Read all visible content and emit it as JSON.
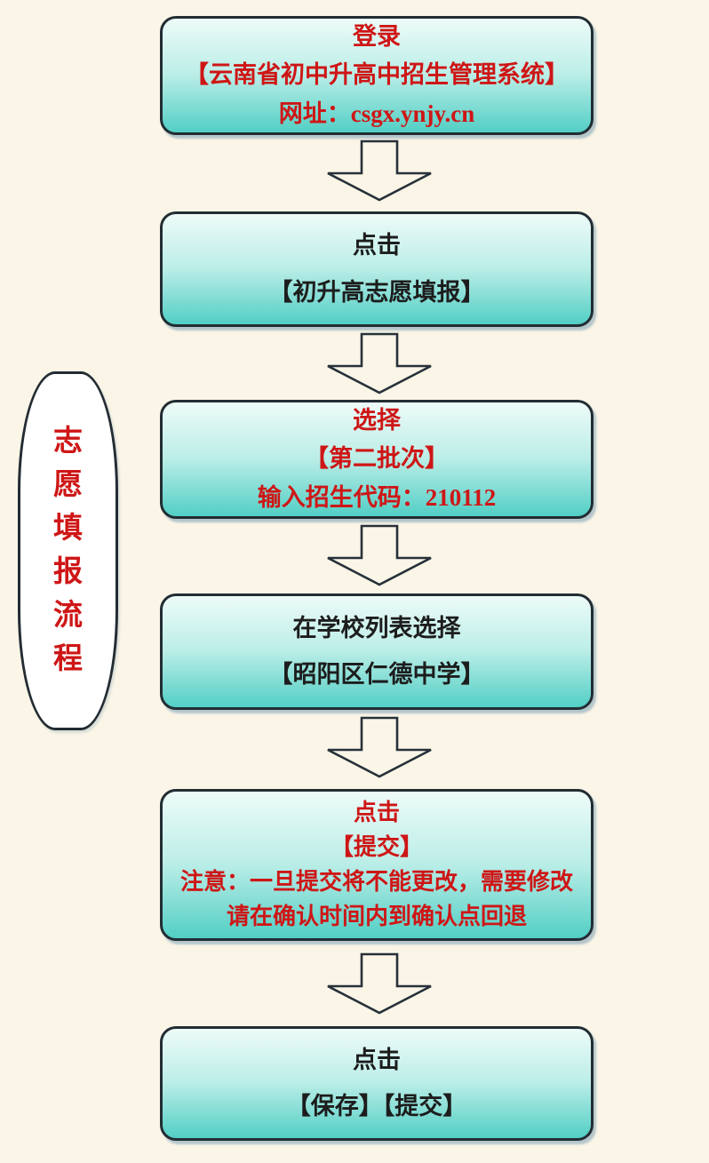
{
  "title": {
    "text": "志愿填报流程",
    "chars": [
      "志",
      "愿",
      "填",
      "报",
      "流",
      "程"
    ]
  },
  "flow": {
    "steps": [
      {
        "name": "login",
        "text_color": "red",
        "lines": [
          "登录",
          "【云南省初中升高中招生管理系统】",
          "网址：csgx.ynjy.cn"
        ]
      },
      {
        "name": "click-application-entry",
        "text_color": "black",
        "lines": [
          "点击",
          "【初升高志愿填报】"
        ]
      },
      {
        "name": "select-batch",
        "text_color": "red",
        "lines": [
          "选择",
          "【第二批次】",
          "输入招生代码：210112"
        ]
      },
      {
        "name": "select-school",
        "text_color": "black",
        "lines": [
          "在学校列表选择",
          "【昭阳区仁德中学】"
        ]
      },
      {
        "name": "click-submit-notice",
        "text_color": "red",
        "lines": [
          "点击",
          "【提交】",
          "注意：一旦提交将不能更改，需要修改",
          "请在确认时间内到确认点回退"
        ]
      },
      {
        "name": "click-save-submit",
        "text_color": "black",
        "lines": [
          "点击",
          "【保存】【提交】"
        ]
      }
    ]
  },
  "icons": {
    "connector": "arrow-down-icon",
    "connector_count": 5
  },
  "colors": {
    "bg": "#faf5e7",
    "box-border": "#222d33",
    "box-grad-top": "#edfbf8",
    "box-grad-mid": "#bdeee8",
    "box-grad-bottom": "#52cfc5",
    "red": "#ce1616",
    "black": "#1d1d1d"
  }
}
